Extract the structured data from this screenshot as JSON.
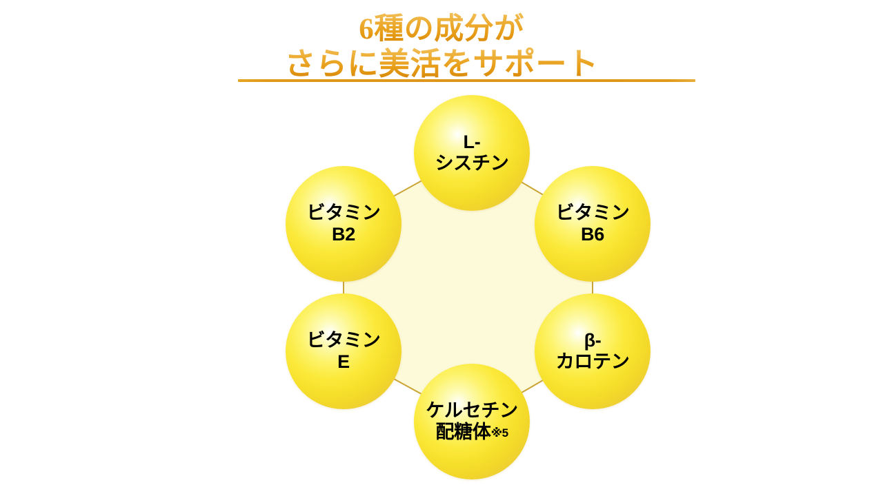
{
  "title": {
    "line1": "6種の成分が",
    "line2": "さらに美活をサポート",
    "accent_color": "#E09A1A",
    "gradient_from": "#F2C059",
    "gradient_to": "#CF8209"
  },
  "diagram": {
    "type": "hexagon-cluster",
    "count": 6,
    "center_fill": "#FDFAD9",
    "connector_color": "#C8A02C",
    "node_color": "#F7E02C",
    "node_text_color": "#000000",
    "nodes": [
      {
        "id": "l-cystine",
        "line1": "L-",
        "line2": "シスチン",
        "note": "",
        "position": "top"
      },
      {
        "id": "vitamin-b6",
        "line1": "ビタミン",
        "line2": "B6",
        "note": "",
        "position": "upper-right"
      },
      {
        "id": "beta-carotene",
        "line1": "β-",
        "line2": "カロテン",
        "note": "",
        "position": "lower-right"
      },
      {
        "id": "quercetin-glycoside",
        "line1": "ケルセチン",
        "line2": "配糖体",
        "note": "※5",
        "position": "bottom"
      },
      {
        "id": "vitamin-e",
        "line1": "ビタミン",
        "line2": "E",
        "note": "",
        "position": "lower-left"
      },
      {
        "id": "vitamin-b2",
        "line1": "ビタミン",
        "line2": "B2",
        "note": "",
        "position": "upper-left"
      }
    ]
  }
}
